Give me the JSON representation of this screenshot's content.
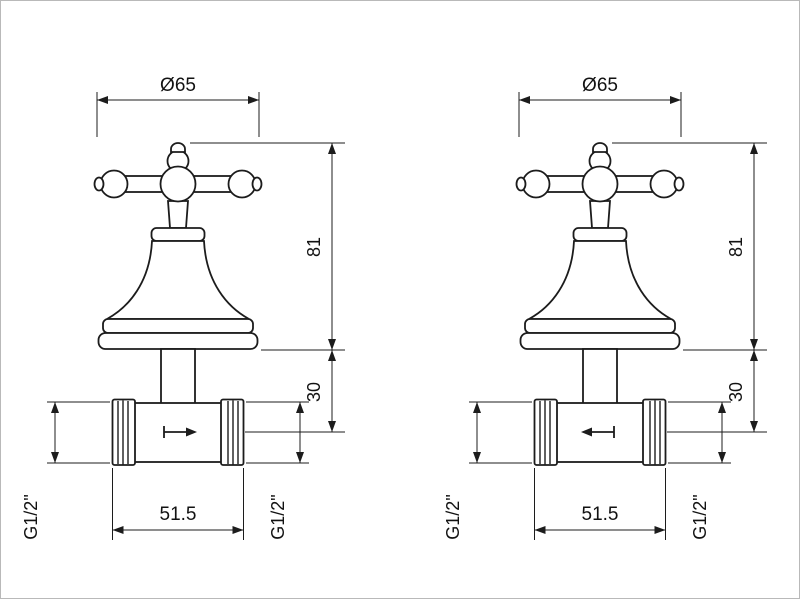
{
  "canvas": {
    "background": "#ffffff",
    "border_color": "#b9b9b9",
    "line_color": "#1c1c1c"
  },
  "valves": [
    {
      "position": "left",
      "flow_direction": "right",
      "labels": {
        "handle_diameter": "Ø65",
        "body_height": "81",
        "wall_depth": "30",
        "body_width": "51.5",
        "thread_left": "G1/2\"",
        "thread_right": "G1/2\""
      }
    },
    {
      "position": "right",
      "flow_direction": "left",
      "labels": {
        "handle_diameter": "Ø65",
        "body_height": "81",
        "wall_depth": "30",
        "body_width": "51.5",
        "thread_left": "G1/2\"",
        "thread_right": "G1/2\""
      }
    }
  ]
}
